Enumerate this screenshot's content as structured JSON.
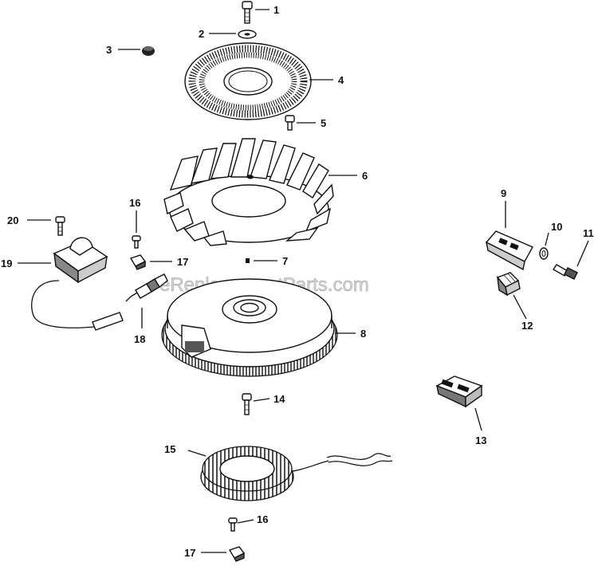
{
  "watermark": "eReplacementParts.com",
  "callouts": {
    "c1": "1",
    "c2": "2",
    "c3": "3",
    "c4": "4",
    "c5": "5",
    "c6": "6",
    "c7": "7",
    "c8": "8",
    "c9": "9",
    "c10": "10",
    "c11": "11",
    "c12": "12",
    "c13": "13",
    "c14": "14",
    "c15": "15",
    "c16a": "16",
    "c16b": "16",
    "c17a": "17",
    "c17b": "17",
    "c18": "18",
    "c19": "19",
    "c20": "20"
  },
  "icons": {
    "screw": "screw-icon",
    "washer": "washer-icon",
    "plug": "plug-icon",
    "fan": "fan-icon",
    "flywheel": "flywheel-icon",
    "ignition-module": "ignition-module-icon",
    "stator": "stator-icon",
    "connector": "connector-icon"
  }
}
